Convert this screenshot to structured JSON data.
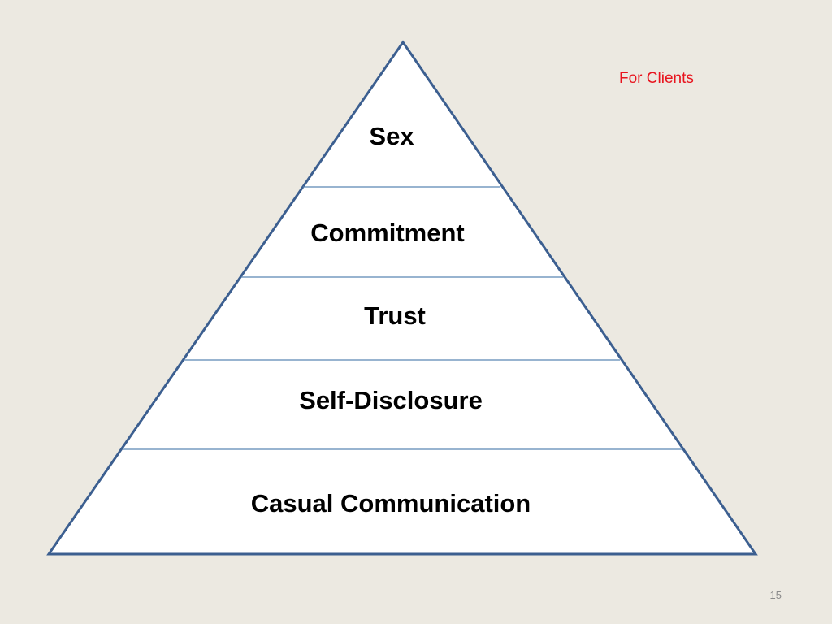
{
  "slide": {
    "note": "For Clients",
    "page_number": "15"
  },
  "pyramid": {
    "levels": [
      "Sex",
      "Commitment",
      "Trust",
      "Self-Disclosure",
      "Casual Communication"
    ]
  },
  "colors": {
    "background": "#ece9e1",
    "triangle_fill": "#ffffff",
    "triangle_outline": "#3c5f90",
    "divider": "#5b87b5",
    "note": "#e8141e",
    "page_number": "#8a8a8a"
  }
}
